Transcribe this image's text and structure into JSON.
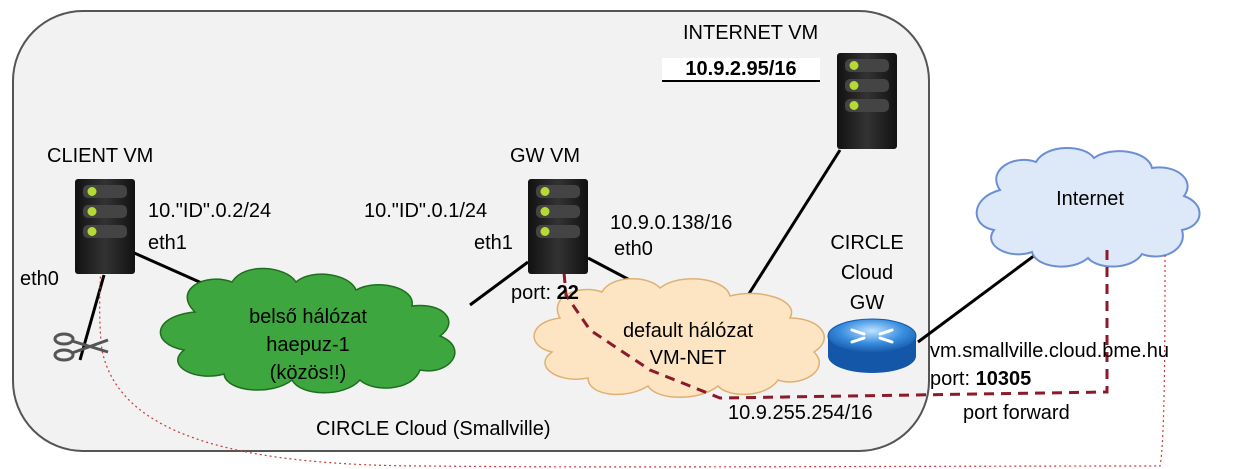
{
  "cloud_area": {
    "label": "CIRCLE Cloud (Smallville)"
  },
  "internet_vm": {
    "title": "INTERNET VM",
    "ip": "10.9.2.95/16"
  },
  "client_vm": {
    "title": "CLIENT VM",
    "ip": "10.\"ID\".0.2/24",
    "iface_inner": "eth1",
    "iface_outer": "eth0"
  },
  "gw_vm": {
    "title": "GW VM",
    "ip_inner": "10.\"ID\".0.1/24",
    "iface_inner": "eth1",
    "ip_outer": "10.9.0.138/16",
    "iface_outer": "eth0",
    "port_label": "port:",
    "port_value": "22"
  },
  "inner_network": {
    "line1": "belső hálózat",
    "line2": "haepuz-1",
    "line3": "(közös!!)"
  },
  "default_network": {
    "line1": "default hálózat",
    "line2": "VM-NET",
    "gateway_ip": "10.9.255.254/16"
  },
  "cloud_gw": {
    "line1": "CIRCLE",
    "line2": "Cloud",
    "line3": "GW"
  },
  "internet": {
    "label": "Internet"
  },
  "public_endpoint": {
    "host": "vm.smallville.cloud.bme.hu",
    "port_label": "port:",
    "port_value": "10305",
    "forward_label": "port forward"
  },
  "colors": {
    "area_fill": "#f2f2f2",
    "area_border": "#555555",
    "inner_cloud": "#3ea63e",
    "default_cloud": "#fde5c4",
    "internet_cloud": "#dde9f8",
    "internet_border": "#6c8fd4",
    "server_body": "#222222",
    "led": "#b7d933",
    "path": "#8b1a2b",
    "router": "#2f7fd3"
  },
  "icons": [
    "server-icon",
    "router-icon",
    "scissors-icon",
    "cloud-shape"
  ]
}
